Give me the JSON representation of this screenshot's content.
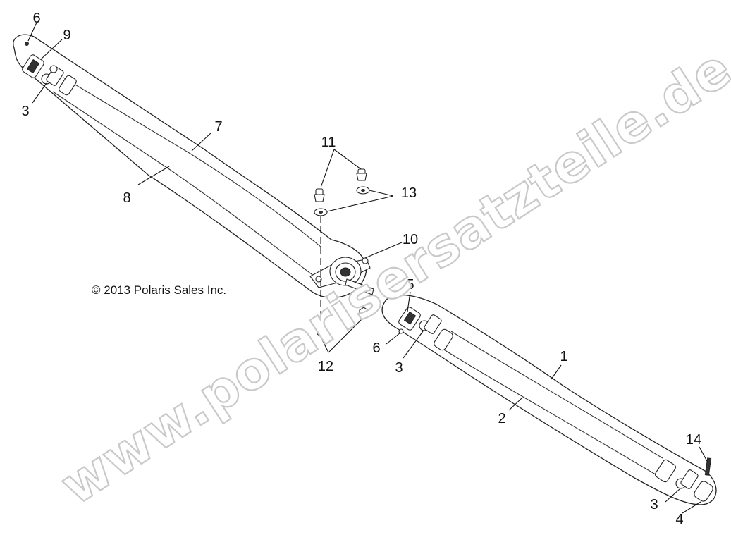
{
  "copyright": "© 2013 Polaris Sales Inc.",
  "watermark": "www.polarisersatzteile.de",
  "callouts": {
    "c6a": "6",
    "c9": "9",
    "c3a": "3",
    "c7": "7",
    "c8": "8",
    "c11": "11",
    "c13": "13",
    "c10": "10",
    "c12": "12",
    "c5": "5",
    "c6b": "6",
    "c3b": "3",
    "c1": "1",
    "c2": "2",
    "c14": "14",
    "c3c": "3",
    "c4": "4"
  }
}
